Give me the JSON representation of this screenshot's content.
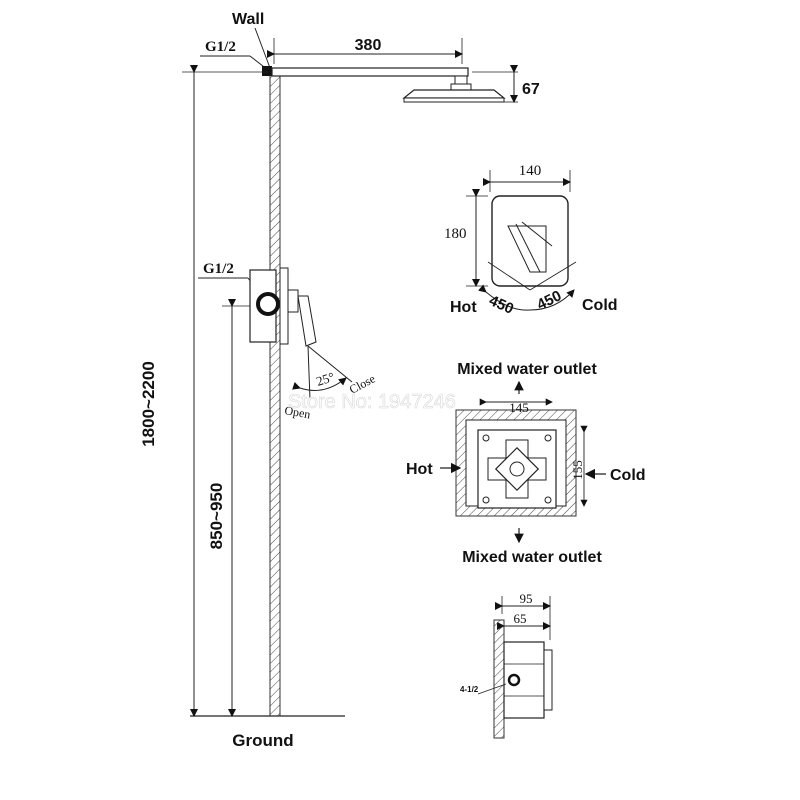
{
  "shower_diagram": {
    "wall_label": "Wall",
    "ground_label": "Ground",
    "top_inlet_label": "G1/2",
    "arm_length": "380",
    "head_drop": "67",
    "mixer_inlet_label": "G1/2",
    "total_height": "1800~2200",
    "mixer_height": "850~950",
    "angle_label": "25°",
    "open_label": "Open",
    "close_label": "Close"
  },
  "front_view": {
    "width": "140",
    "height": "180",
    "left_angle": "450",
    "right_angle": "450",
    "hot_label": "Hot",
    "cold_label": "Cold"
  },
  "valve_body": {
    "top_outlet": "Mixed water outlet",
    "bottom_outlet": "Mixed water outlet",
    "width": "145",
    "height": "155",
    "hot_label": "Hot",
    "cold_label": "Cold"
  },
  "side_view": {
    "outer_depth": "95",
    "inner_depth": "65",
    "thread_label": "4-1/2"
  },
  "watermark": "Store No: 1947246"
}
